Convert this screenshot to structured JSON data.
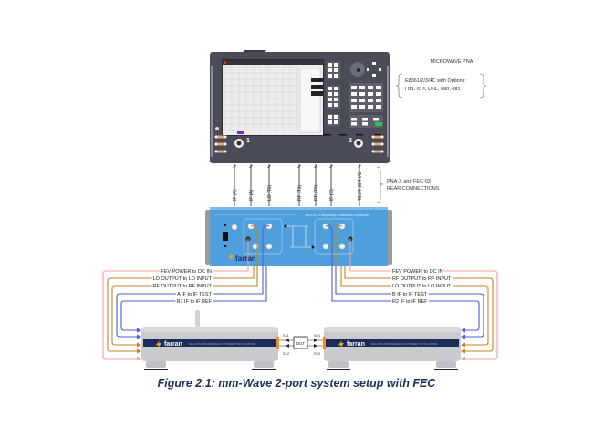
{
  "pna": {
    "title": "MICROWAVE PNA",
    "model_line1": "E8361/2/3/4C with Options:",
    "model_line2": "H11, 014, UNL, 080, 081",
    "port1_label": "1",
    "port2_label": "2"
  },
  "rear_connections": {
    "labels": [
      "IF (R)",
      "IF (A)",
      "LO (T2)",
      "RF (T1)",
      "RF (T2)",
      "IF (C)",
      "TEST SET I/O"
    ],
    "bracket_line1": "PNA-X and FEC-03",
    "bracket_line2": "REAR CONNECTIONS"
  },
  "fec": {
    "title": "FEC-03 Frequency Extension Controller",
    "brand": "farran"
  },
  "left_connections": [
    {
      "label": "FEV POWER to DC IN",
      "color": "#f4a0a0"
    },
    {
      "label": "LO OUTPUT to LO INPUT",
      "color": "#c8801e"
    },
    {
      "label": "RF OUTPUT to RF INPUT",
      "color": "#c8801e"
    },
    {
      "label": "A IF to IF TEST",
      "color": "#4a5fd0"
    },
    {
      "label": "R1 IF to IF REF",
      "color": "#4a5fd0"
    }
  ],
  "right_connections": [
    {
      "label": "FEV POWER to DC IN",
      "color": "#f4a0a0"
    },
    {
      "label": "RF OUTPUT to RF INPUT",
      "color": "#c8801e"
    },
    {
      "label": "LO OUTPUT to LO INPUT",
      "color": "#c8801e"
    },
    {
      "label": "B IF to IF TEST",
      "color": "#4a5fd0"
    },
    {
      "label": "R2 IF to IF REF",
      "color": "#4a5fd0"
    }
  ],
  "extenders": {
    "left": {
      "brand": "farran",
      "model": "FEV-10-TR-0005 FREQUENCY EXTENDER T/R ST CUSTOM"
    },
    "right": {
      "brand": "farran",
      "model": "FEV-10-TR-0005 FREQUENCY EXTENDER T/R ST CUSTOM"
    }
  },
  "dut": {
    "label": "DUT",
    "s11": "S11",
    "s12": "S12",
    "s21": "S21",
    "s22": "S22"
  },
  "caption": "Figure 2.1: mm-Wave 2-port system setup with FEC",
  "colors": {
    "pna_body": "#4a4d57",
    "fec_body": "#4f9fdc",
    "extender_body": "#c9cbce",
    "extender_band": "#1d2b5a",
    "accent_orange": "#e8922a"
  }
}
